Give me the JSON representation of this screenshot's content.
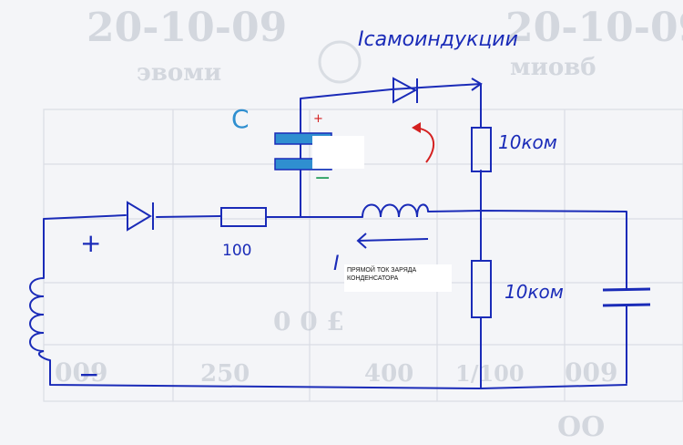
{
  "background_sheet": {
    "date": "20-10-09",
    "word_top": "эвоми",
    "word_top2": "миовб",
    "row_numbers": [
      "009",
      "009",
      "250",
      "400",
      "1/100"
    ],
    "code": "0 0 £",
    "bottom_word": "OO"
  },
  "circuit": {
    "label_self_induction_current": "Iсамоиндукции",
    "label_capacitor": "C",
    "label_plus_cap": "+",
    "label_minus_cap": "−",
    "label_resistor_top": "10ком",
    "label_resistor_bottom": "10ком",
    "label_resistor_left": "100",
    "label_plus_source": "+",
    "label_minus_source": "−",
    "label_current": "I",
    "note_direct_charge_current": "ПРЯМОЙ ТОК ЗАРЯДА КОНДЕНСАТОРА"
  },
  "colors": {
    "ink": "#1a2bb8",
    "capacitor_fill": "#2f8fd0",
    "arrow_red": "#d42020",
    "ghost": "#b9bfca"
  }
}
